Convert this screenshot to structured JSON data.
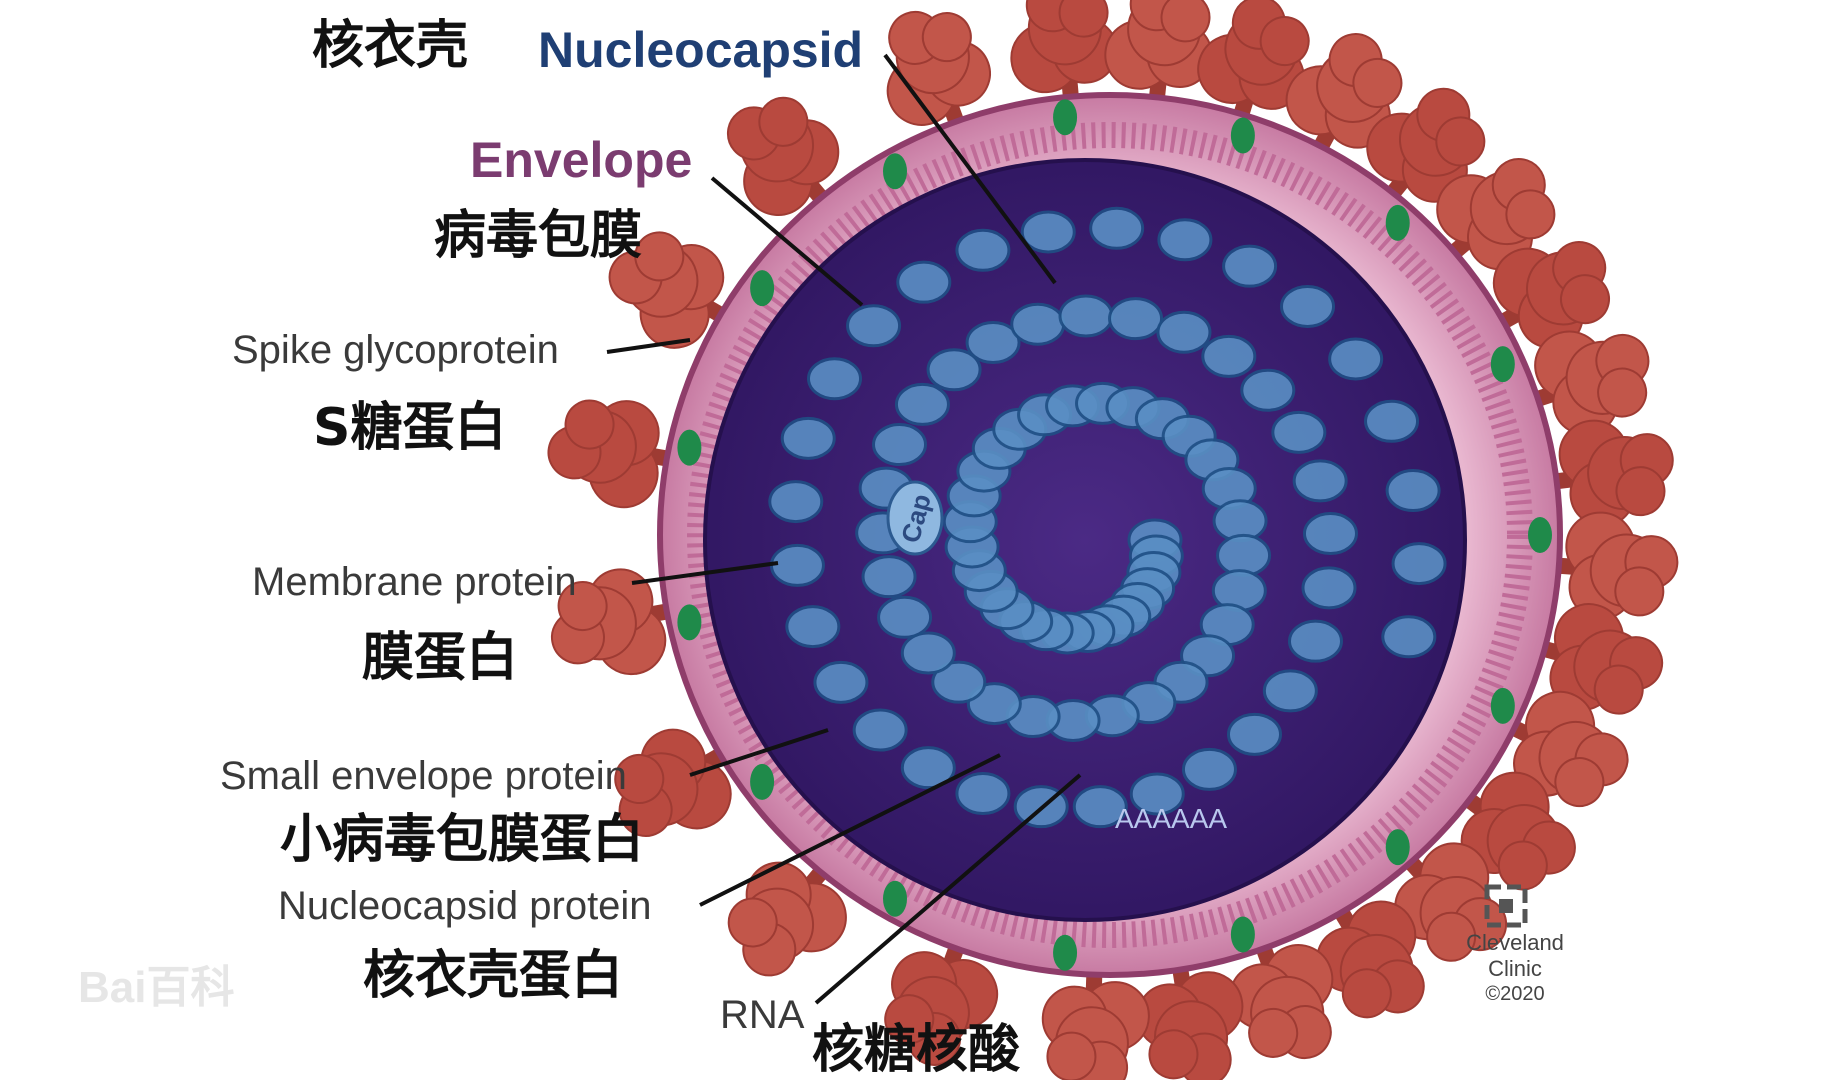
{
  "labels": {
    "nucleocapsid_zh": "核衣壳",
    "nucleocapsid_en": "Nucleocapsid",
    "envelope_en": "Envelope",
    "envelope_zh": "病毒包膜",
    "spike_en": "Spike glycoprotein",
    "spike_zh": "S糖蛋白",
    "membrane_en": "Membrane protein",
    "membrane_zh": "膜蛋白",
    "small_env_en": "Small envelope protein",
    "small_env_zh": "小病毒包膜蛋白",
    "nc_protein_en": "Nucleocapsid protein",
    "nc_protein_zh": "核衣壳蛋白",
    "rna_en": "RNA",
    "rna_zh": "核糖核酸"
  },
  "diagram": {
    "cap_label": "Cap",
    "polya_label": "AAAAAA"
  },
  "credit": {
    "line1": "Cleveland",
    "line2": "Clinic",
    "line3": "©2020"
  },
  "watermark": "Bai百科",
  "colors": {
    "spike": "#c2564a",
    "spike_dark": "#9e3b33",
    "membrane": "#d98fb5",
    "core": "#3d1f6e",
    "nucleocapsid": "#5a8fc4",
    "green_protein": "#1f8a4a",
    "nucleocapsid_text": "#1f3f74",
    "envelope_text": "#7b3c70"
  }
}
